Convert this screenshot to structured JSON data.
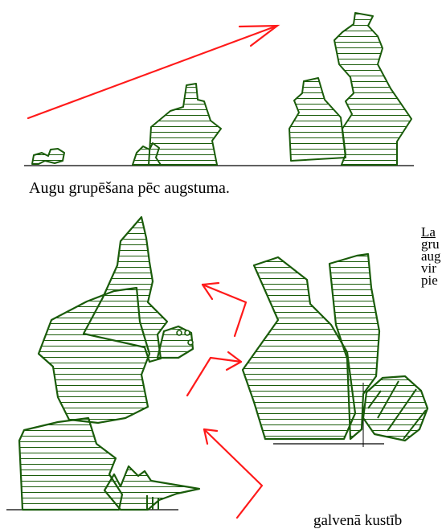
{
  "caption": "Augu grupēšana pēc augstuma.",
  "side_text_lines": [
    "La",
    "gru",
    "aug",
    "vir",
    "pie"
  ],
  "bottom_fragment": "galvenā kustīb",
  "colors": {
    "plant_stroke": "#1a5c0a",
    "arrow": "#ff1a1a",
    "ground": "#000000"
  }
}
